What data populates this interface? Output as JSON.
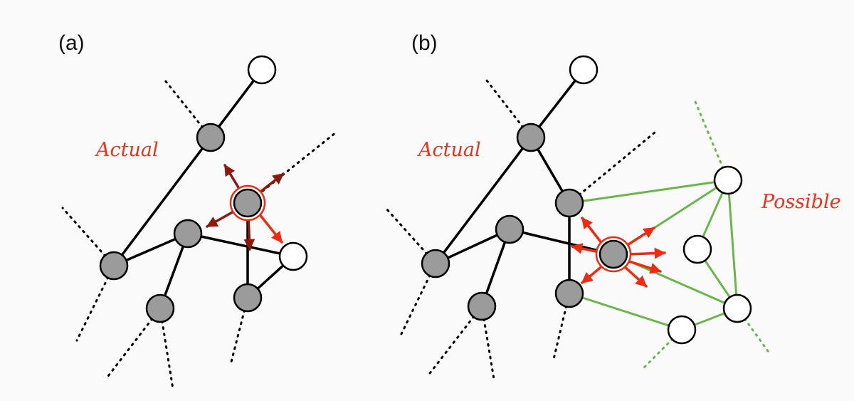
{
  "colors": {
    "background": "#fafafa",
    "edge_actual": "#000000",
    "edge_possible": "#6ab64a",
    "node_gray": "#9b9b9b",
    "node_white": "#ffffff",
    "arrow_dark": "#8b1a0e",
    "arrow_bright": "#ee2a10",
    "annotation_text": "#e8341c"
  },
  "panels": [
    {
      "id": "a",
      "label": "(a)",
      "annotation": "Actual"
    },
    {
      "id": "b",
      "label": "(b)",
      "annotations": [
        "Actual",
        "Possible"
      ]
    }
  ]
}
